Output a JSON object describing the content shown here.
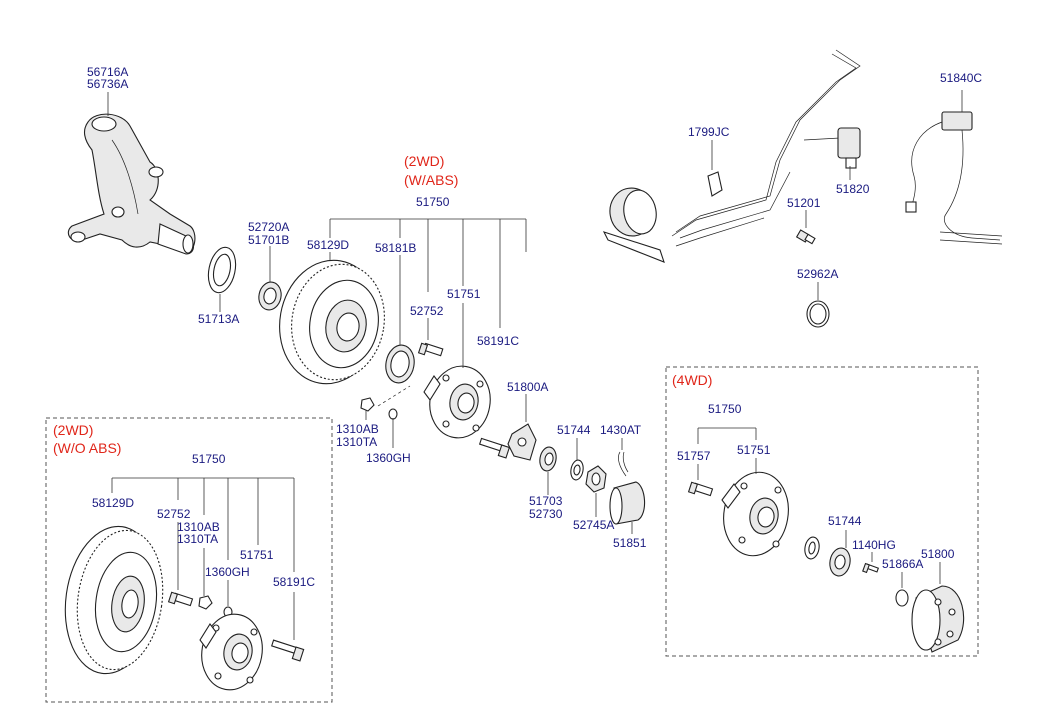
{
  "headers": {
    "wabs_1": "(2WD)",
    "wabs_2": "(W/ABS)",
    "woabs_1": "(2WD)",
    "woabs_2": "(W/O ABS)",
    "fourwd": "(4WD)"
  },
  "labels": {
    "knuckle_1": "56716A",
    "knuckle_2": "56736A",
    "seal_1": "52720A",
    "seal_2": "51701B",
    "seal_3": "51713A",
    "hub_assy": "51750",
    "disc": "58129D",
    "tone_ring": "58181B",
    "stud": "52752",
    "hub": "51751",
    "nut_1": "1310AB",
    "nut_2": "1310TA",
    "bolt": "58191C",
    "cover": "51800A",
    "bearing_1": "51703",
    "bearing_2": "52730",
    "washer": "51744",
    "pin": "1430AT",
    "nut_lock": "52745A",
    "cap": "51851",
    "washer2": "1360GH",
    "sensor_clip": "1799JC",
    "sensor": "51820",
    "grommet": "51201",
    "oring": "52962A",
    "cable": "51840C",
    "w_assy": "51750",
    "w_disc": "58129D",
    "w_stud": "52752",
    "w_nut_1": "1310AB",
    "w_nut_2": "1310TA",
    "w_washer": "1360GH",
    "w_hub": "51751",
    "w_bolt": "58191C",
    "f_assy": "51750",
    "f_stud": "51757",
    "f_hub": "51751",
    "f_washer": "51744",
    "f_bolt": "1140HG",
    "f_oring": "51866A",
    "f_lock": "51800"
  }
}
